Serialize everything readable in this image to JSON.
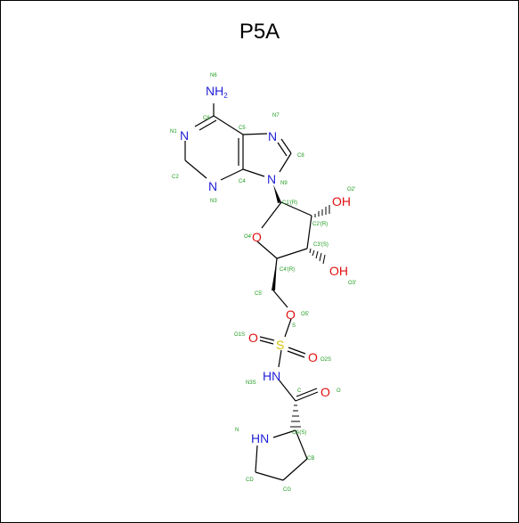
{
  "title": "P5A",
  "colors": {
    "bond": "#000000",
    "nitrogen": "#1f1fd6",
    "oxygen": "#e01010",
    "sulfur": "#d8c000",
    "label": "#1e9b1e"
  },
  "atoms": {
    "n6": "NH",
    "n6_sub": "2",
    "n1": "N",
    "n3": "N",
    "n7": "N",
    "n9": "N",
    "o4": "O",
    "o2": "OH",
    "o3": "OH",
    "o5": "O",
    "s": "S",
    "o1s": "O",
    "o2s": "O",
    "n3s": "HN",
    "o": "O",
    "n": "HN"
  },
  "labels": {
    "n6": "N6",
    "c6": "C6",
    "n1": "N1",
    "c5": "C5",
    "n7": "N7",
    "c8": "C8",
    "c2": "C2",
    "c4": "C4",
    "n9": "N9",
    "n3": "N3",
    "o2p": "O2'",
    "c1p": "C1'(R)",
    "o4p": "O4'",
    "c2p": "C2'(R)",
    "c3p": "C3'(S)",
    "c4p": "C4'(R)",
    "o3p": "O3'",
    "c5p": "C5'",
    "o5p": "O5'",
    "s": "S",
    "o1s": "O1S",
    "o2s": "O2S",
    "n3s": "N3S",
    "c": "C",
    "o": "O",
    "ca": "CA(S)",
    "n": "N",
    "cb": "CB",
    "cd": "CD",
    "cg": "CG"
  }
}
